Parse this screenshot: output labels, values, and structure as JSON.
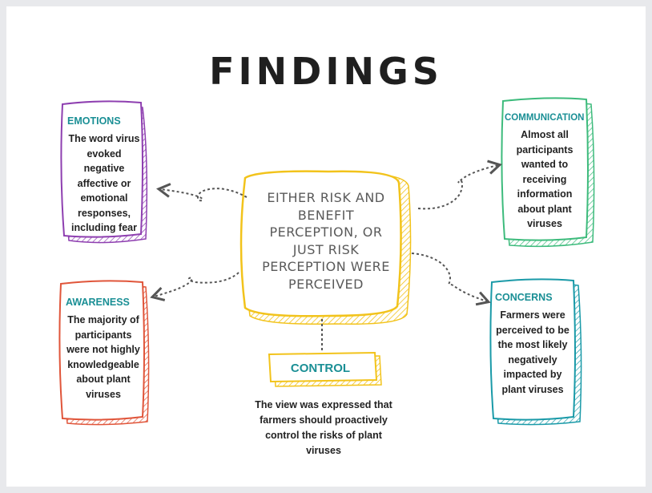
{
  "title": "FINDINGS",
  "center": {
    "text": "EITHER RISK AND BENEFIT PERCEPTION, OR JUST RISK PERCEPTION WERE PERCEIVED"
  },
  "emotions": {
    "heading": "EMOTIONS",
    "text": "The word virus evoked negative affective or emotional responses, including fear"
  },
  "awareness": {
    "heading": "AWARENESS",
    "text": "The majority of participants were not highly knowledgeable about plant viruses"
  },
  "communication": {
    "heading": "COMMUNICATION",
    "text": "Almost all participants wanted to receiving information about plant viruses"
  },
  "concerns": {
    "heading": "CONCERNS",
    "text": "Farmers were perceived to be the most likely negatively impacted by plant viruses"
  },
  "control": {
    "heading": "CONTROL",
    "text": "The view was expressed that farmers should proactively control the risks of plant viruses"
  },
  "colors": {
    "emotions": "#8e3fb0",
    "awareness": "#e0553a",
    "communication": "#3dbb7c",
    "concerns": "#1a9aa8",
    "center": "#f2c31b",
    "heading": "#1a8f95"
  }
}
